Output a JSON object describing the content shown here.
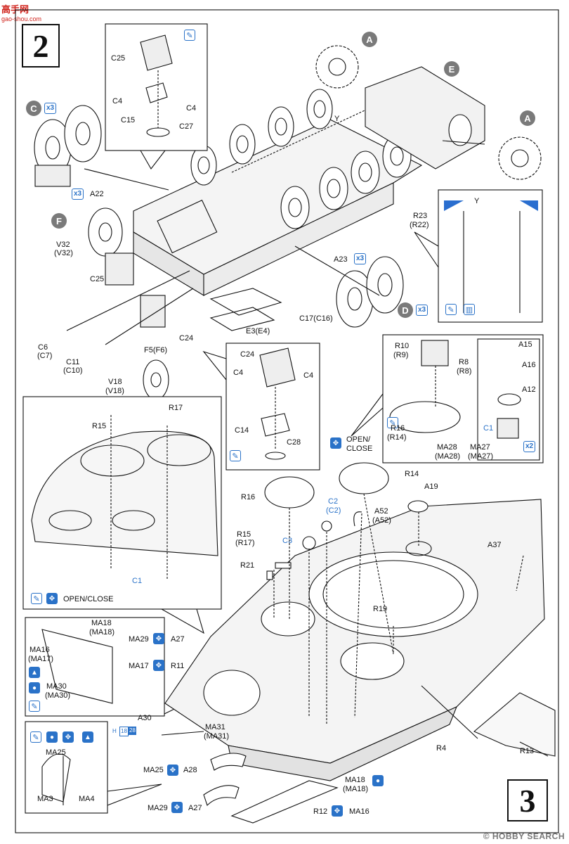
{
  "watermark_top": {
    "name": "高手网",
    "url": "gao-shou.com"
  },
  "watermark_bottom": "© HOBBY SEARCH",
  "steps": {
    "step2": "2",
    "step3": "3"
  },
  "labels": {
    "C25a": "C25",
    "C4a": "C4",
    "C4b": "C4",
    "C15": "C15",
    "C27": "C27",
    "A22": "A22",
    "R23": "R23",
    "R22": "(R22)",
    "Y1": "Y",
    "Y2": "Y",
    "V32": "V32",
    "V32b": "(V32)",
    "C25b": "C25",
    "A23": "A23",
    "C17": "C17(C16)",
    "E3": "E3(E4)",
    "C24a": "C24",
    "F5": "F5(F6)",
    "C6": "C6",
    "C7": "(C7)",
    "C11": "C11",
    "C10": "(C10)",
    "V18": "V18",
    "V18b": "(V18)",
    "C24b": "C24",
    "C4c": "C4",
    "C4d": "C4",
    "C14": "C14",
    "C28": "C28",
    "R10": "R10",
    "R9": "(R9)",
    "R8": "R8",
    "R8b": "(R8)",
    "A15": "A15",
    "A16": "A16",
    "A12": "A12",
    "R16a": "R16",
    "R14a": "(R14)",
    "MA28": "MA28",
    "MA28b": "(MA28)",
    "MA27": "MA27",
    "MA27b": "(MA27)",
    "C1a": "C1",
    "R15a": "R15",
    "R17a": "R17",
    "open_close1": "OPEN/",
    "open_close1b": "CLOSE",
    "R14b": "R14",
    "R16b": "R16",
    "A19": "A19",
    "C2": "C2",
    "C2b": "(C2)",
    "A52": "A52",
    "A52b": "(A52)",
    "C3": "C3",
    "R15b": "R15",
    "R17b": "(R17)",
    "R21": "R21",
    "A37": "A37",
    "C1b": "C1",
    "open_close2": "OPEN/CLOSE",
    "MA18a": "MA18",
    "MA18ab": "(MA18)",
    "MA16": "MA16",
    "MA17": "(MA17)",
    "MA30": "MA30",
    "MA30b": "(MA30)",
    "MA29a": "MA29",
    "A27a": "A27",
    "MA17b": "MA17",
    "R11": "R11",
    "R19": "R19",
    "A30": "A30",
    "MA31": "MA31",
    "MA31b": "(MA31)",
    "MA25a": "MA25",
    "A28": "A28",
    "MA25b": "MA25",
    "MA3": "MA3",
    "MA4": "MA4",
    "MA18b": "MA18",
    "MA18bb": "(MA18)",
    "MA29b": "MA29",
    "A27b": "A27",
    "R12": "R12",
    "MA16b": "MA16",
    "R4": "R4",
    "R13": "R13",
    "scale": "H",
    "scale_a": "18",
    "scale_b": "28"
  },
  "callouts": {
    "A": "A",
    "E": "E",
    "C": "C",
    "F": "F",
    "D": "D"
  },
  "multipliers": {
    "x3a": "x3",
    "x3b": "x3",
    "x3c": "x3",
    "x3d": "x3",
    "x2": "x2"
  }
}
